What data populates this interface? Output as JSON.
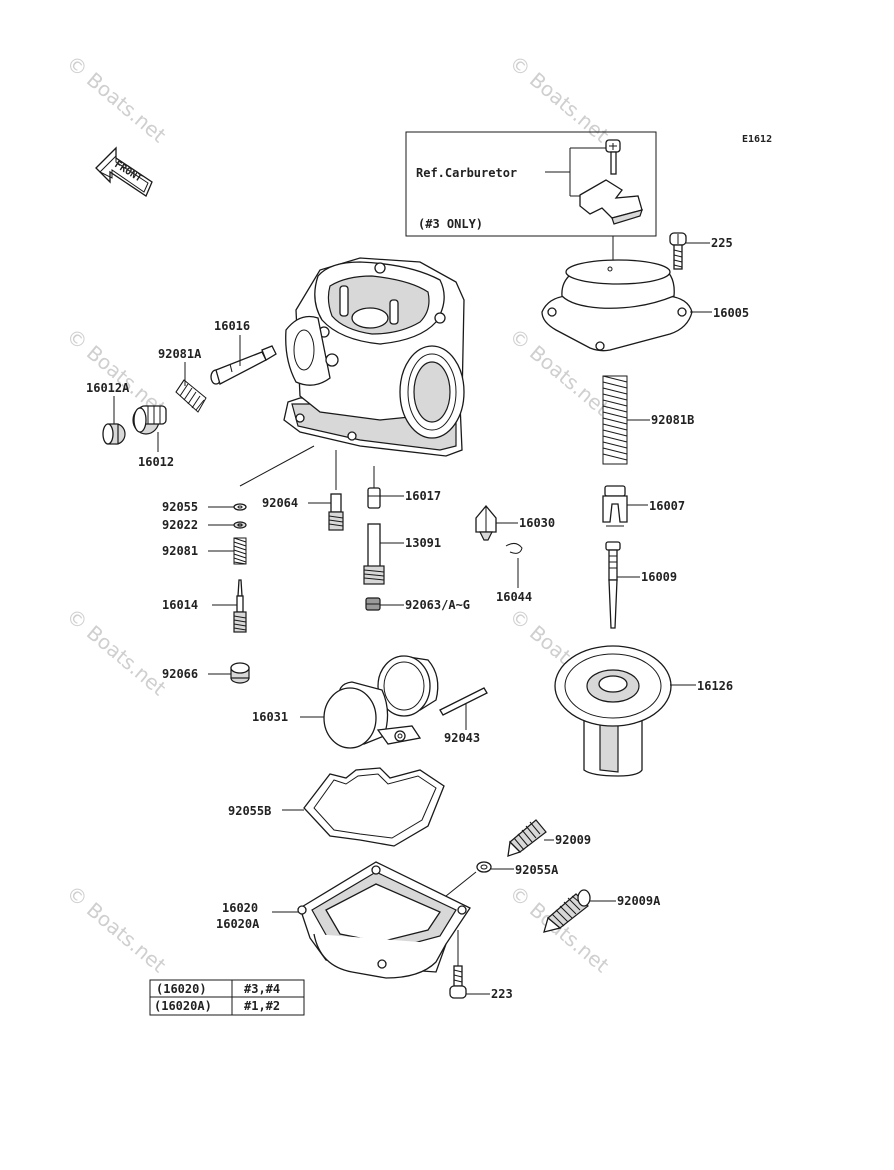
{
  "diagram_code": "E1612",
  "front_arrow_label": "FRONT",
  "watermark": "© Boats.net",
  "ref_box": {
    "title": "Ref.Carburetor",
    "note": "(#3 ONLY)"
  },
  "labels": {
    "p225": "225",
    "p16005": "16005",
    "p16016": "16016",
    "p92081A": "92081A",
    "p16012A": "16012A",
    "p16012": "16012",
    "p92081B": "92081B",
    "p92055": "92055",
    "p92064": "92064",
    "p16017": "16017",
    "p16007": "16007",
    "p92022": "92022",
    "p16030": "16030",
    "p92081": "92081",
    "p13091": "13091",
    "p16009": "16009",
    "p16044": "16044",
    "p16014": "16014",
    "p92063": "92063/A~G",
    "p92066": "92066",
    "p16126": "16126",
    "p16031": "16031",
    "p92043": "92043",
    "p92055B": "92055B",
    "p92009": "92009",
    "p92055A": "92055A",
    "p16020": "16020",
    "p16020A": "16020A",
    "p92009A": "92009A",
    "p223": "223"
  },
  "legend": [
    {
      "part": "(16020)",
      "cyl": "#3,#4"
    },
    {
      "part": "(16020A)",
      "cyl": "#1,#2"
    }
  ]
}
